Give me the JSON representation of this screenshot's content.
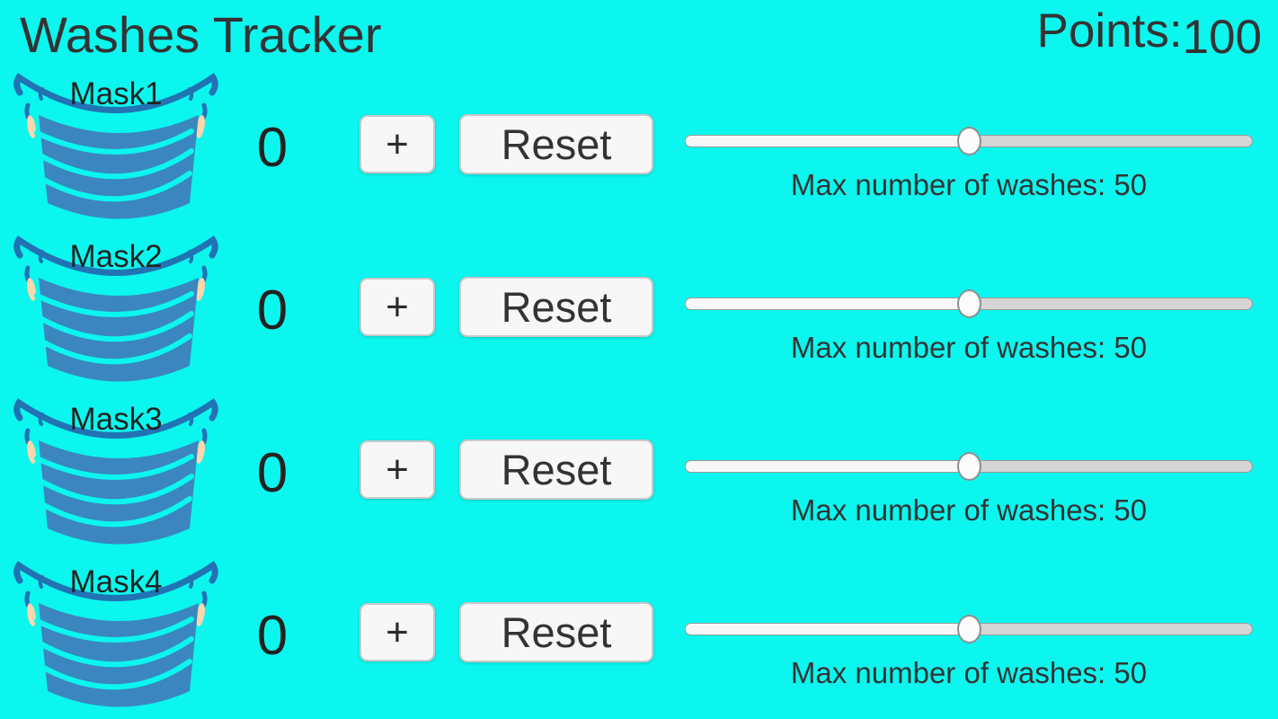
{
  "header": {
    "title": "Washes Tracker",
    "points_label": "Points:",
    "points_value": "100"
  },
  "colors": {
    "background": "#0bf6ee",
    "mask_body": "#3b86bf",
    "mask_outline": "#2173b4",
    "ear_skin": "#fbd7ad",
    "button_bg": "#f7f7f7",
    "button_border": "#c9c9c9",
    "text_dark": "#333333",
    "slider_track": "#d5d5d5",
    "slider_fill": "#f7f7f7",
    "slider_thumb": "#fbfbfb"
  },
  "rows": [
    {
      "name": "Mask1",
      "count": "0",
      "plus_label": "+",
      "reset_label": "Reset",
      "max_label": "Max number of washes: 50",
      "max_washes": 50,
      "slider_percent": 50
    },
    {
      "name": "Mask2",
      "count": "0",
      "plus_label": "+",
      "reset_label": "Reset",
      "max_label": "Max number of washes: 50",
      "max_washes": 50,
      "slider_percent": 50
    },
    {
      "name": "Mask3",
      "count": "0",
      "plus_label": "+",
      "reset_label": "Reset",
      "max_label": "Max number of washes: 50",
      "max_washes": 50,
      "slider_percent": 50
    },
    {
      "name": "Mask4",
      "count": "0",
      "plus_label": "+",
      "reset_label": "Reset",
      "max_label": "Max number of washes: 50",
      "max_washes": 50,
      "slider_percent": 50
    }
  ]
}
